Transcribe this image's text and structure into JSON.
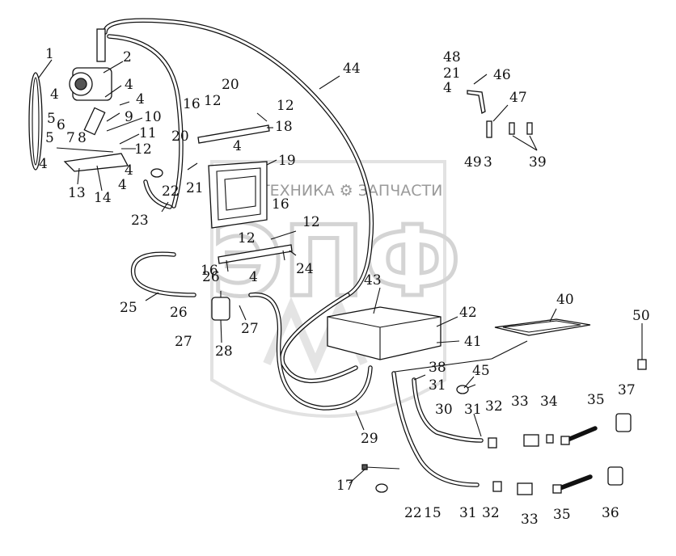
{
  "watermark": {
    "text_line": "ТЕХНИКА ⚙ ЗАПЧАСТИ",
    "big_letters": "ЭПФ"
  },
  "callouts": [
    "1",
    "2",
    "4",
    "4",
    "4",
    "5",
    "5",
    "6",
    "7",
    "8",
    "9",
    "10",
    "11",
    "12",
    "4",
    "4",
    "13",
    "14",
    "16",
    "12",
    "20",
    "12",
    "18",
    "4",
    "20",
    "21",
    "22",
    "23",
    "19",
    "16",
    "12",
    "16",
    "12",
    "24",
    "4",
    "26",
    "25",
    "26",
    "27",
    "27",
    "28",
    "44",
    "43",
    "42",
    "41",
    "40",
    "38",
    "31",
    "45",
    "50",
    "37",
    "29",
    "30",
    "31",
    "32",
    "33",
    "34",
    "35",
    "17",
    "22",
    "15",
    "31",
    "32",
    "33",
    "35",
    "36",
    "48",
    "21",
    "4",
    "46",
    "47",
    "49",
    "3",
    "39"
  ]
}
